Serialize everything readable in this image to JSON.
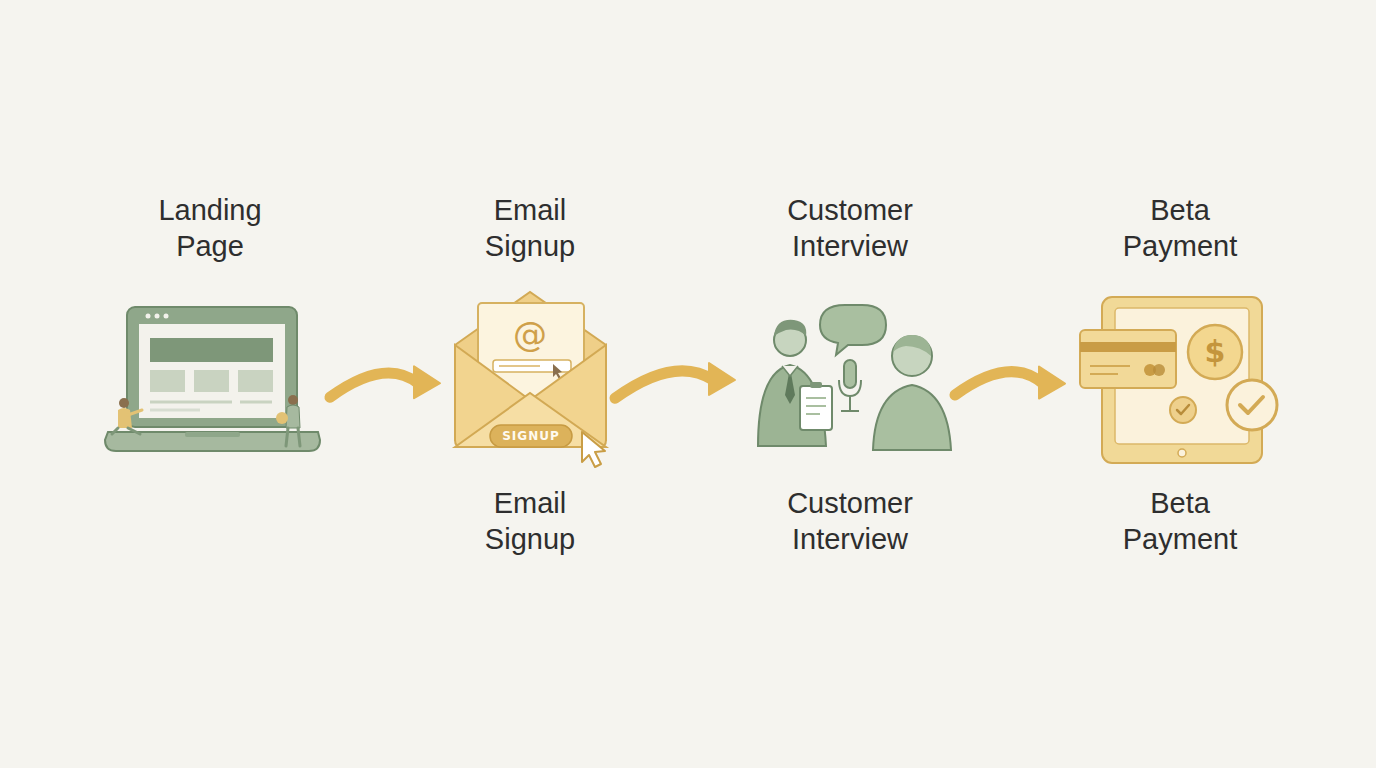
{
  "diagram": {
    "nodes": [
      {
        "text": [
          "Landing Page"
        ]
      },
      {
        "text": [
          "Email Signup",
          "@",
          "SIGNUP",
          "Email Signup"
        ]
      },
      {
        "text": [
          "Customer Interview",
          "Customer Interview"
        ]
      },
      {
        "text": [
          "Beta Payment",
          "$",
          "Beta Payment"
        ]
      }
    ],
    "edges": [
      {
        "from": 0,
        "to": 1,
        "arrow": "to"
      },
      {
        "from": 1,
        "to": 2,
        "arrow": "to"
      },
      {
        "from": 2,
        "to": 3,
        "arrow": "to"
      }
    ]
  }
}
